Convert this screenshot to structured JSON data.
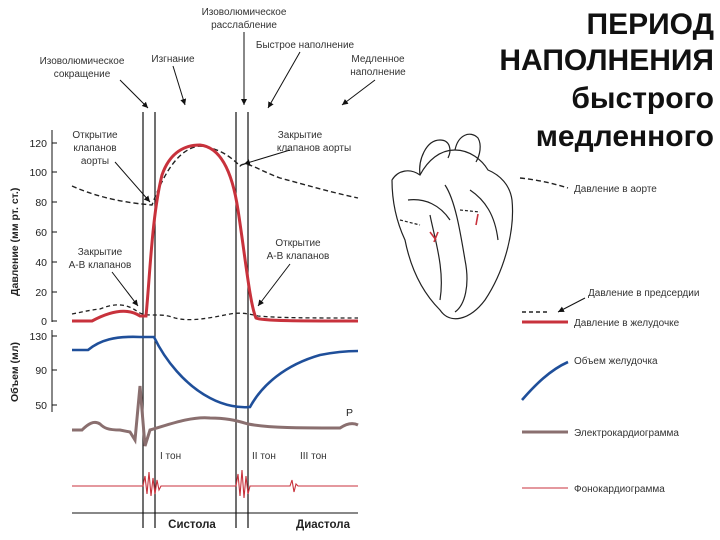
{
  "title": {
    "line1": "ПЕРИОД",
    "line2": "НАПОЛНЕНИЯ",
    "line3": "быстрого",
    "line4": "медленного"
  },
  "top_labels": {
    "isovolumic_relax": [
      "Изоволюмическое",
      "расслабление"
    ],
    "isovolumic_contract": [
      "Изоволюмическое",
      "сокращение"
    ],
    "ejection": "Изгнание",
    "rapid_filling": "Быстрое наполнение",
    "slow_filling": [
      "Медленное",
      "наполнение"
    ]
  },
  "annotations": {
    "aortic_open": [
      "Открытие",
      "клапанов",
      "аорты"
    ],
    "aortic_close": [
      "Закрытие",
      "клапанов аорты"
    ],
    "av_close": [
      "Закрытие",
      "А-В клапанов"
    ],
    "av_open": [
      "Открытие",
      "А-В клапанов"
    ],
    "p_wave": "P",
    "tone1": "I тон",
    "tone2": "II тон",
    "tone3": "III тон"
  },
  "axes": {
    "pressure_label": "Давление (мм рт. ст.)",
    "pressure_ticks": [
      "120",
      "100",
      "80",
      "60",
      "40",
      "20",
      "0"
    ],
    "volume_label": "Объем (мл)",
    "volume_ticks": [
      "130",
      "90",
      "50"
    ]
  },
  "phases": {
    "systole": "Систола",
    "diastole": "Диастола"
  },
  "legend": {
    "aortic_pressure": "Давление в аорте",
    "atrial_pressure": "Давление в предсердии",
    "ventricular_pressure": "Давление в желудочке",
    "ventricular_volume": "Объем желудочка",
    "ecg": "Электрокардиограмма",
    "pcg": "Фонокардиограмма"
  },
  "colors": {
    "ventricular_pressure": "#c8323c",
    "ventricular_volume": "#1f4f9a",
    "ecg": "#8a6f6f",
    "pcg": "#c8323c",
    "dashed": "#222222"
  }
}
